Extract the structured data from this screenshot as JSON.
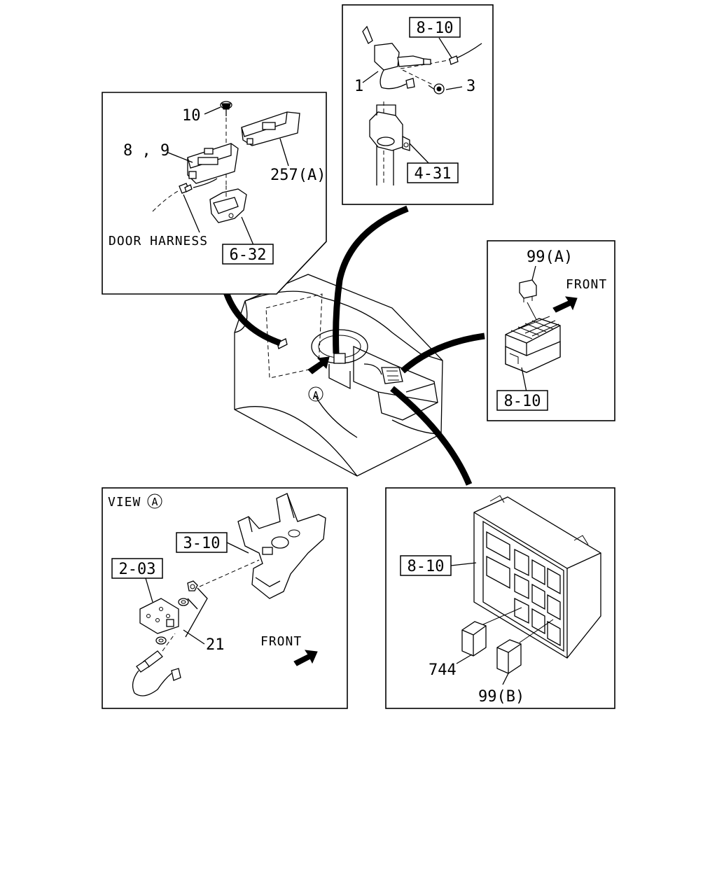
{
  "panel_top_left": {
    "callout_10": "10",
    "callout_8_9": "8 , 9",
    "callout_257a": "257(A)",
    "door_harness": "DOOR HARNESS",
    "ref_6_32": "6-32"
  },
  "panel_top_center": {
    "ref_8_10": "8-10",
    "callout_1": "1",
    "callout_3": "3",
    "ref_4_31": "4-31"
  },
  "panel_right": {
    "callout_99a": "99(A)",
    "front": "FRONT",
    "ref_8_10": "8-10"
  },
  "center_view": {
    "view_marker": "A"
  },
  "panel_bottom_left": {
    "view_text": "VIEW",
    "view_marker": "A",
    "ref_3_10": "3-10",
    "ref_2_03": "2-03",
    "callout_21": "21",
    "front": "FRONT"
  },
  "panel_bottom_right": {
    "ref_8_10": "8-10",
    "callout_744": "744",
    "callout_99b": "99(B)"
  }
}
